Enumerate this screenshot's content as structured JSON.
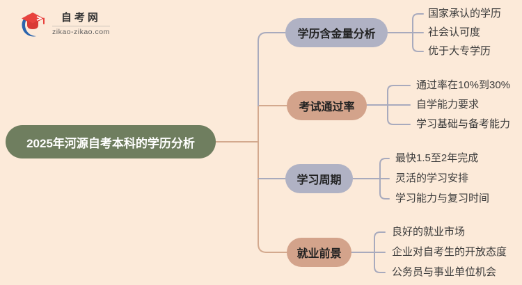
{
  "logo": {
    "site_name": "自考网",
    "site_url": "zikao-zikao.com",
    "icon": "graduation-cap-with-blue-crescent"
  },
  "central": {
    "title": "2025年河源自考本科的学历分析"
  },
  "branches": [
    {
      "label": "学历含金量分析",
      "color": "#b0b2c4",
      "children": [
        "国家承认的学历",
        "社会认可度",
        "优于大专学历"
      ]
    },
    {
      "label": "考试通过率",
      "color": "#d3a38b",
      "children": [
        "通过率在10%到30%",
        "自学能力要求",
        "学习基础与备考能力"
      ]
    },
    {
      "label": "学习周期",
      "color": "#b0b2c4",
      "children": [
        "最快1.5至2年完成",
        "灵活的学习安排",
        "学习能力与复习时间"
      ]
    },
    {
      "label": "就业前景",
      "color": "#d3a38b",
      "children": [
        "良好的就业市场",
        "企业对自考生的开放态度",
        "公务员与事业单位机会"
      ]
    }
  ],
  "colors": {
    "background": "#fcead9",
    "central_node": "#6f7e5f",
    "central_text": "#ffffff",
    "lavender_pill": "#b0b2c4",
    "salmon_pill": "#d3a38b",
    "gray_line": "#a8aabd",
    "salmon_line": "#d3a98e",
    "leaf_text": "#3a3a3a",
    "logo_red": "#e8433e",
    "logo_blue": "#2a64ad"
  }
}
